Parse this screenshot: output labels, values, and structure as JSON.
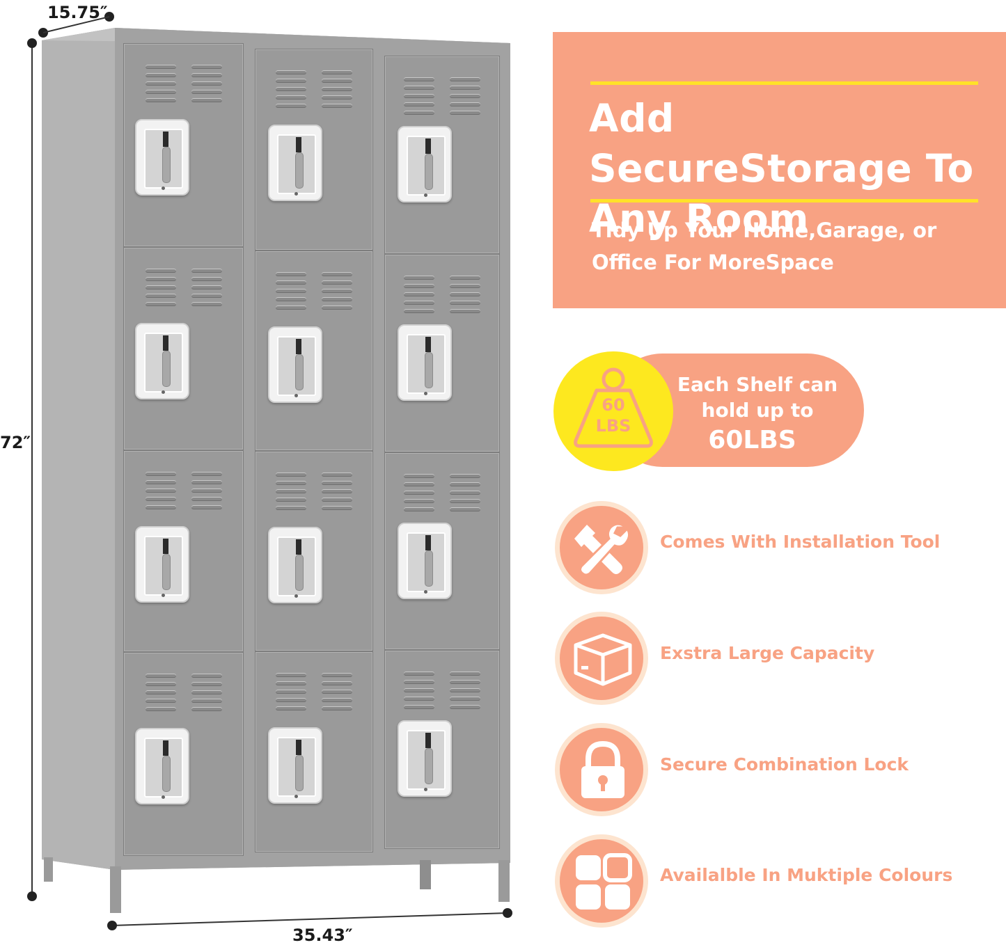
{
  "dimensions": {
    "depth": "15.75″",
    "height": "72″",
    "width": "35.43″"
  },
  "headline": {
    "title": "Add SecureStorage To Any Room",
    "subtitle": "Tidy Up Your Home,Garage, or Office For MoreSpace"
  },
  "shelf_badge": {
    "weight_icon_label": "60 LBS",
    "text": "Each Shelf can hold up to",
    "value": "60LBS"
  },
  "features": [
    {
      "icon": "tools-icon",
      "text": "Comes With Installation Tool"
    },
    {
      "icon": "box-icon",
      "text": "Exstra Large Capacity"
    },
    {
      "icon": "padlock-icon",
      "text": "Secure Combination Lock"
    },
    {
      "icon": "color-blocks-icon",
      "text": "Availalble In Muktiple Colours"
    }
  ],
  "colors": {
    "accent_salmon": "#f8a283",
    "accent_yellow": "#fde81f",
    "locker_gray": "#9a9a9a"
  }
}
